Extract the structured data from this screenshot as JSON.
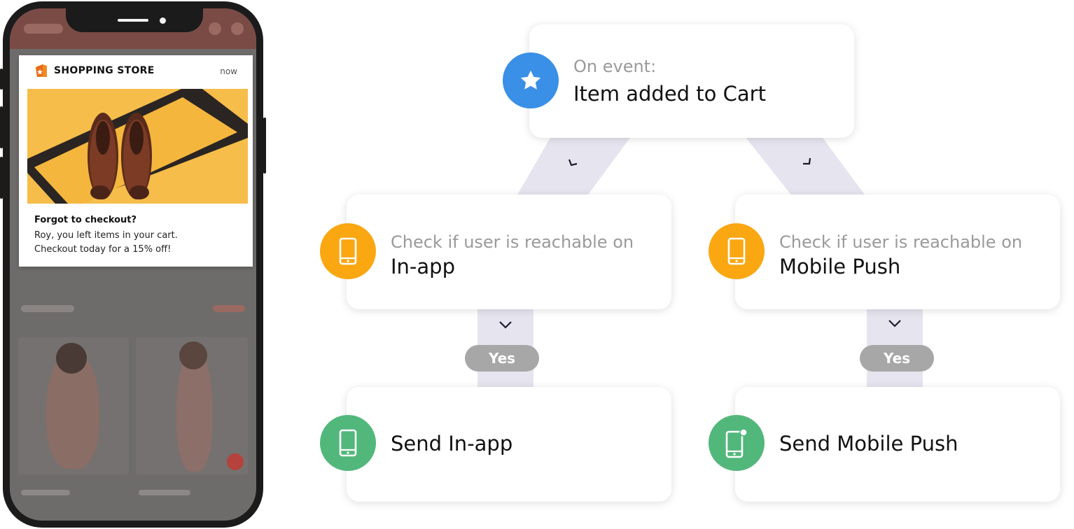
{
  "notification": {
    "store_name": "SHOPPING STORE",
    "time": "now",
    "title": "Forgot to checkout?",
    "body_line1": "Roy, you left items in your cart.",
    "body_line2": "Checkout today for a 15% off!"
  },
  "flow": {
    "trigger": {
      "prefix": "On event:",
      "label": "Item added to Cart",
      "icon": "star-icon",
      "color": "#3a8fe6"
    },
    "left_check": {
      "prefix": "Check if user is reachable on",
      "label": "In-app",
      "icon": "phone-icon",
      "color": "#faa712"
    },
    "right_check": {
      "prefix": "Check if user is reachable on",
      "label": "Mobile Push",
      "icon": "phone-icon",
      "color": "#faa712"
    },
    "left_condition": "Yes",
    "right_condition": "Yes",
    "left_action": {
      "label": "Send In-app",
      "icon": "phone-icon",
      "color": "#52b77b"
    },
    "right_action": {
      "label": "Send Mobile Push",
      "icon": "phone-notification-icon",
      "color": "#52b77b"
    }
  }
}
